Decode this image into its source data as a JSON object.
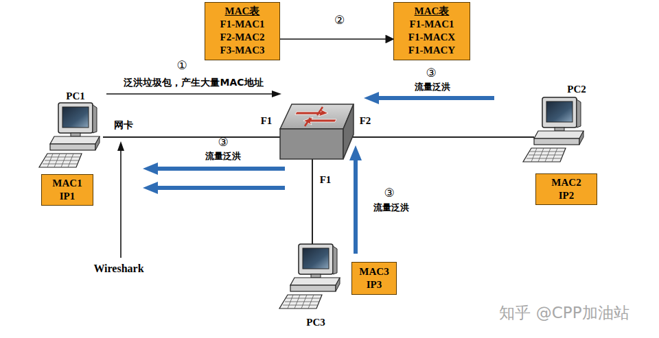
{
  "diagram": {
    "nodes": [
      {
        "text": [
          "MAC表",
          "F1-MAC1",
          "F2-MAC2",
          "F3-MAC3"
        ]
      },
      {
        "text": [
          "MAC表",
          "F1-MAC1",
          "F1-MACX",
          "F1-MACY"
        ]
      },
      {
        "text": [
          "MAC1",
          "IP1"
        ]
      },
      {
        "text": [
          "MAC2",
          "IP2"
        ]
      },
      {
        "text": [
          "MAC3",
          "IP3"
        ]
      }
    ],
    "edges": [
      {
        "from": 0,
        "to": 1,
        "arrow": "to",
        "label": "②"
      }
    ],
    "labels": [
      "①",
      "泛洪垃圾包，产生大量MAC地址",
      "③",
      "流量泛洪",
      "PC1",
      "网卡",
      "F1",
      "F2",
      "③",
      "流量泛洪",
      "F1",
      "③",
      "流量泛洪",
      "PC2",
      "Wireshark",
      "PC3",
      "知乎 @CPP加油站"
    ]
  }
}
